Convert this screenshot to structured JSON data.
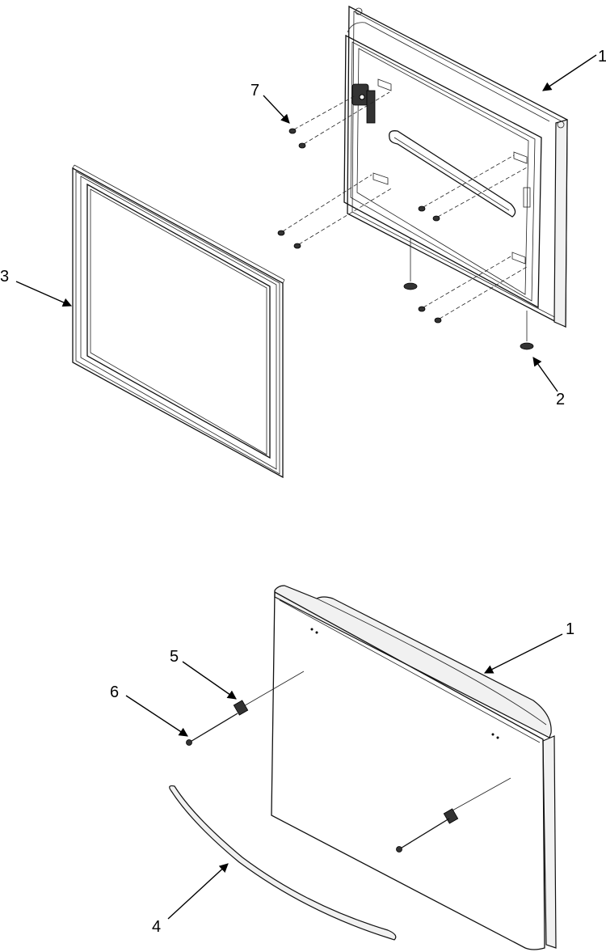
{
  "callouts": {
    "door_liner_top": "1",
    "bumper": "2",
    "gasket": "3",
    "handle": "4",
    "spacer": "5",
    "handle_screw": "6",
    "liner_screw": "7",
    "drawer_front": "1"
  },
  "colors": {
    "line": "#111111",
    "background": "#ffffff",
    "fill_light": "#f1f1f1"
  }
}
